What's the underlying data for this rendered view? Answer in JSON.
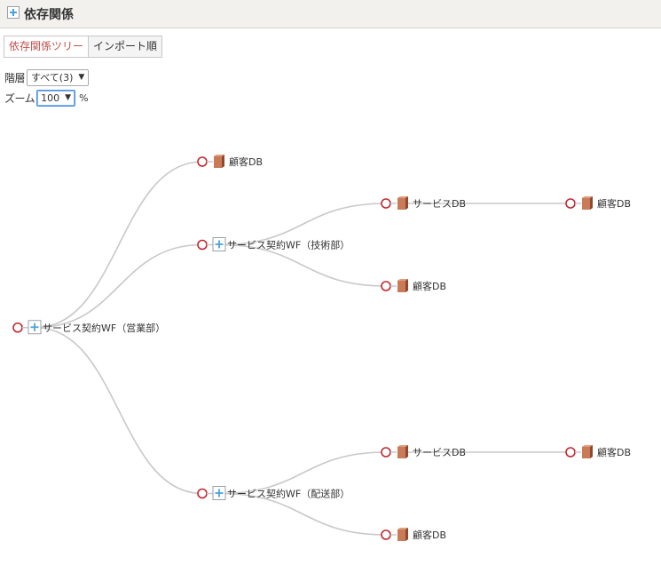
{
  "window": {
    "title": "依存関係",
    "icon": "workflow-icon"
  },
  "tabs": [
    {
      "label": "依存関係ツリー",
      "active": true
    },
    {
      "label": "インポート順",
      "active": false
    }
  ],
  "controls": {
    "level_label": "階層",
    "level_value": "すべて(3)",
    "zoom_label": "ズーム",
    "zoom_value": "100",
    "zoom_unit": "%"
  },
  "colors": {
    "link": "#c8c8c8",
    "circle": "#c1272d",
    "active_tab": "#c0504d"
  },
  "tree": {
    "label": "サービス契約WF（営業部）",
    "type": "workflow",
    "children": [
      {
        "label": "顧客DB",
        "type": "database"
      },
      {
        "label": "サービス契約WF（技術部）",
        "type": "workflow",
        "children": [
          {
            "label": "サービスDB",
            "type": "database",
            "children": [
              {
                "label": "顧客DB",
                "type": "database"
              }
            ]
          },
          {
            "label": "顧客DB",
            "type": "database"
          }
        ]
      },
      {
        "label": "サービス契約WF（配送部）",
        "type": "workflow",
        "children": [
          {
            "label": "サービスDB",
            "type": "database",
            "children": [
              {
                "label": "顧客DB",
                "type": "database"
              }
            ]
          },
          {
            "label": "顧客DB",
            "type": "database"
          }
        ]
      }
    ]
  }
}
